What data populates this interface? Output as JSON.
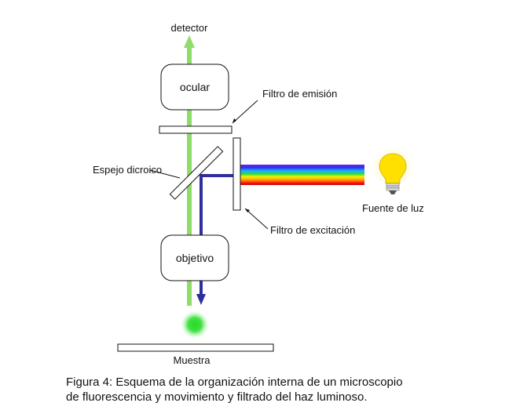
{
  "labels": {
    "detector": "detector",
    "ocular": "ocular",
    "emission_filter": "Filtro de emisión",
    "dichroic_mirror": "Espejo dicroico",
    "light_source": "Fuente de luz",
    "excitation_filter": "Filtro de excitación",
    "objective": "objetivo",
    "sample": "Muestra"
  },
  "caption": {
    "line1": "Figura 4: Esquema de la organización interna de un microscopio",
    "line2": "de fluorescencia y movimiento y filtrado del haz luminoso."
  },
  "colors": {
    "emission_beam": "#8fdc6a",
    "excitation_beam": "#2e2e9e",
    "bulb": "#ffe000",
    "sample_glow": "#33dd33",
    "spectrum": [
      "#7a1fd0",
      "#2233ff",
      "#22aaff",
      "#22dd44",
      "#ffee00",
      "#ff9900",
      "#ff1111",
      "#c00000"
    ]
  }
}
